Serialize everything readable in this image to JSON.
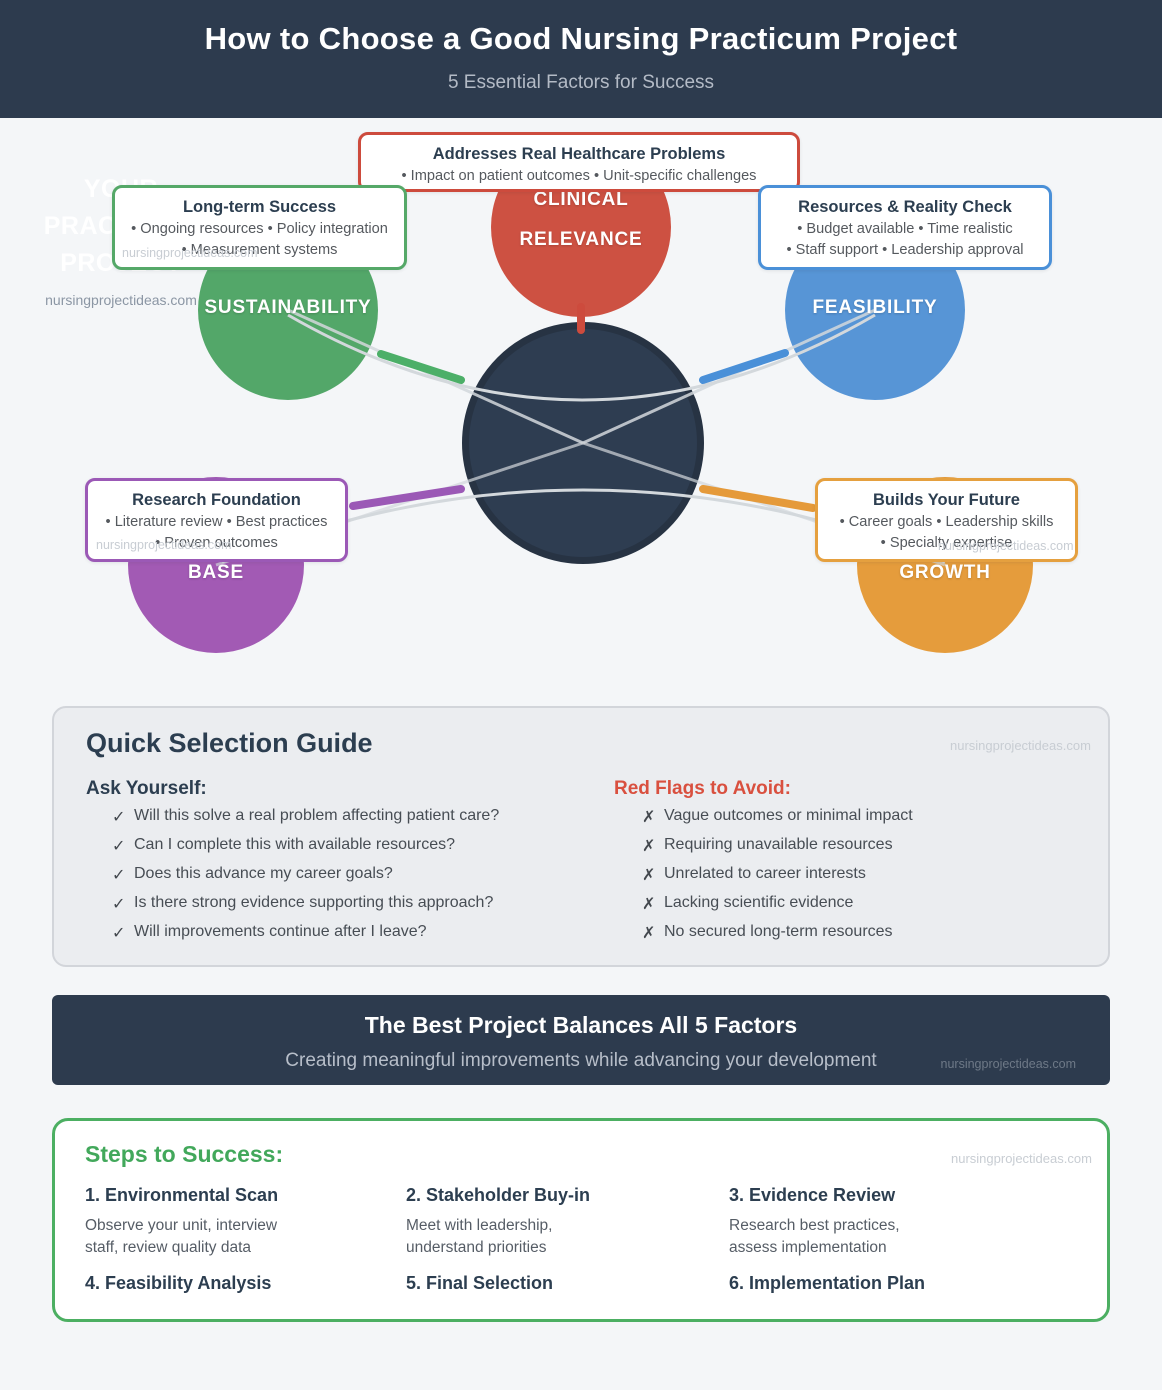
{
  "watermark": "nursingprojectideas.com",
  "colors": {
    "header_bg": "#2d3b4e",
    "clinical_red": "#cd5142",
    "sustainability_green": "#53a769",
    "feasibility_blue": "#5795d6",
    "evidence_purple": "#a25ab4",
    "growth_orange": "#e59c3c",
    "navy_text": "#2c3e50",
    "red_flags_heading": "#d9503f",
    "steps_green": "#42a85b"
  },
  "header": {
    "title": "How to Choose a Good Nursing Practicum Project",
    "subtitle": "5 Essential Factors for Success"
  },
  "diagram": {
    "center": {
      "line1": "YOUR",
      "line2": "PRACTICUM",
      "line3": "PROJECT"
    },
    "factors": [
      {
        "label_line1": "CLINICAL",
        "label_line2": "RELEVANCE",
        "callout": {
          "title": "Addresses Real Healthcare Problems",
          "lines": [
            "• Impact on patient outcomes • Unit-specific challenges"
          ]
        }
      },
      {
        "label_line1": "SUSTAINABILITY",
        "callout": {
          "title": "Long-term Success",
          "lines": [
            "• Ongoing resources • Policy integration",
            "• Measurement systems"
          ]
        }
      },
      {
        "label_line1": "FEASIBILITY",
        "callout": {
          "title": "Resources & Reality Check",
          "lines": [
            "• Budget available • Time realistic",
            "• Staff support • Leadership approval"
          ]
        }
      },
      {
        "label_line1": "BASE",
        "callout": {
          "title": "Research Foundation",
          "lines": [
            "• Literature review • Best practices",
            "• Proven outcomes"
          ]
        }
      },
      {
        "label_line1": "GROWTH",
        "callout": {
          "title": "Builds Your Future",
          "lines": [
            "• Career goals • Leadership skills",
            "• Specialty expertise"
          ]
        }
      }
    ]
  },
  "guide": {
    "title": "Quick Selection Guide",
    "ask": {
      "heading": "Ask Yourself:",
      "mark": "✓",
      "items": [
        "Will this solve a real problem affecting patient care?",
        "Can I complete this with available resources?",
        "Does this advance my career goals?",
        "Is there strong evidence supporting this approach?",
        "Will improvements continue after I leave?"
      ]
    },
    "flags": {
      "heading": "Red Flags to Avoid:",
      "mark": "✗",
      "items": [
        "Vague outcomes or minimal impact",
        "Requiring unavailable resources",
        "Unrelated to career interests",
        "Lacking scientific evidence",
        "No secured long-term resources"
      ]
    }
  },
  "banner": {
    "title": "The Best Project Balances All 5 Factors",
    "subtitle": "Creating meaningful improvements while advancing your development"
  },
  "steps": {
    "heading": "Steps to Success:",
    "items": [
      {
        "title": "1. Environmental Scan",
        "body": "Observe your unit, interview staff, review quality data"
      },
      {
        "title": "2. Stakeholder Buy-in",
        "body": "Meet with leadership, understand priorities"
      },
      {
        "title": "3. Evidence Review",
        "body": "Research best practices, assess implementation"
      },
      {
        "title": "4. Feasibility Analysis",
        "body": ""
      },
      {
        "title": "5. Final Selection",
        "body": ""
      },
      {
        "title": "6. Implementation Plan",
        "body": ""
      }
    ]
  }
}
